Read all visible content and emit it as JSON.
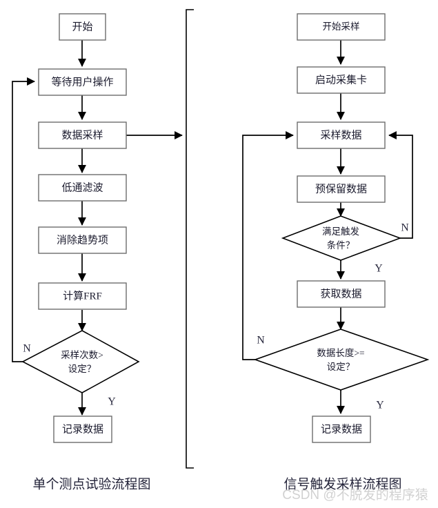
{
  "figure": {
    "type": "flowchart",
    "background_color": "#ffffff",
    "box_stroke_color": "#6d6d6d",
    "diamond_stroke_color": "#000000",
    "connector_color": "#000000",
    "text_color": "#1b1b2e"
  },
  "left_chart": {
    "caption": "单个测点试验流程图",
    "nodes": [
      {
        "id": "start",
        "shape": "rect",
        "label": "开始"
      },
      {
        "id": "wait-user",
        "shape": "rect",
        "label": "等待用户操作"
      },
      {
        "id": "data-sampling",
        "shape": "rect",
        "label": "数据采样"
      },
      {
        "id": "lowpass-filter",
        "shape": "rect",
        "label": "低通滤波"
      },
      {
        "id": "detrend",
        "shape": "rect",
        "label": "消除趋势项"
      },
      {
        "id": "compute-frf",
        "shape": "rect",
        "label": "计算FRF"
      },
      {
        "id": "sample-count-check",
        "shape": "diamond",
        "label_line1": "采样次数>",
        "label_line2": "设定？"
      },
      {
        "id": "record-data",
        "shape": "rect",
        "label": "记录数据"
      }
    ],
    "branch_labels": {
      "no": "N",
      "yes": "Y"
    }
  },
  "right_chart": {
    "caption": "信号触发采样流程图",
    "nodes": [
      {
        "id": "start-sampling",
        "shape": "rect",
        "label": "开始采样"
      },
      {
        "id": "start-daq-card",
        "shape": "rect",
        "label": "启动采集卡"
      },
      {
        "id": "sample-data",
        "shape": "rect",
        "label": "采样数据"
      },
      {
        "id": "pre-reserve-data",
        "shape": "rect",
        "label": "预保留数据"
      },
      {
        "id": "trigger-condition-check",
        "shape": "diamond",
        "label_line1": "满足触发",
        "label_line2": "条件？"
      },
      {
        "id": "acquire-data",
        "shape": "rect",
        "label": "获取数据"
      },
      {
        "id": "data-length-check",
        "shape": "diamond",
        "label_line1": "数据长度>=",
        "label_line2": "设定？"
      },
      {
        "id": "record-data",
        "shape": "rect",
        "label": "记录数据"
      }
    ],
    "branch_labels": {
      "no": "N",
      "yes": "Y"
    }
  },
  "watermark": {
    "text": "CSDN @不脱发的程序猿",
    "color": "#cfcfcf"
  }
}
